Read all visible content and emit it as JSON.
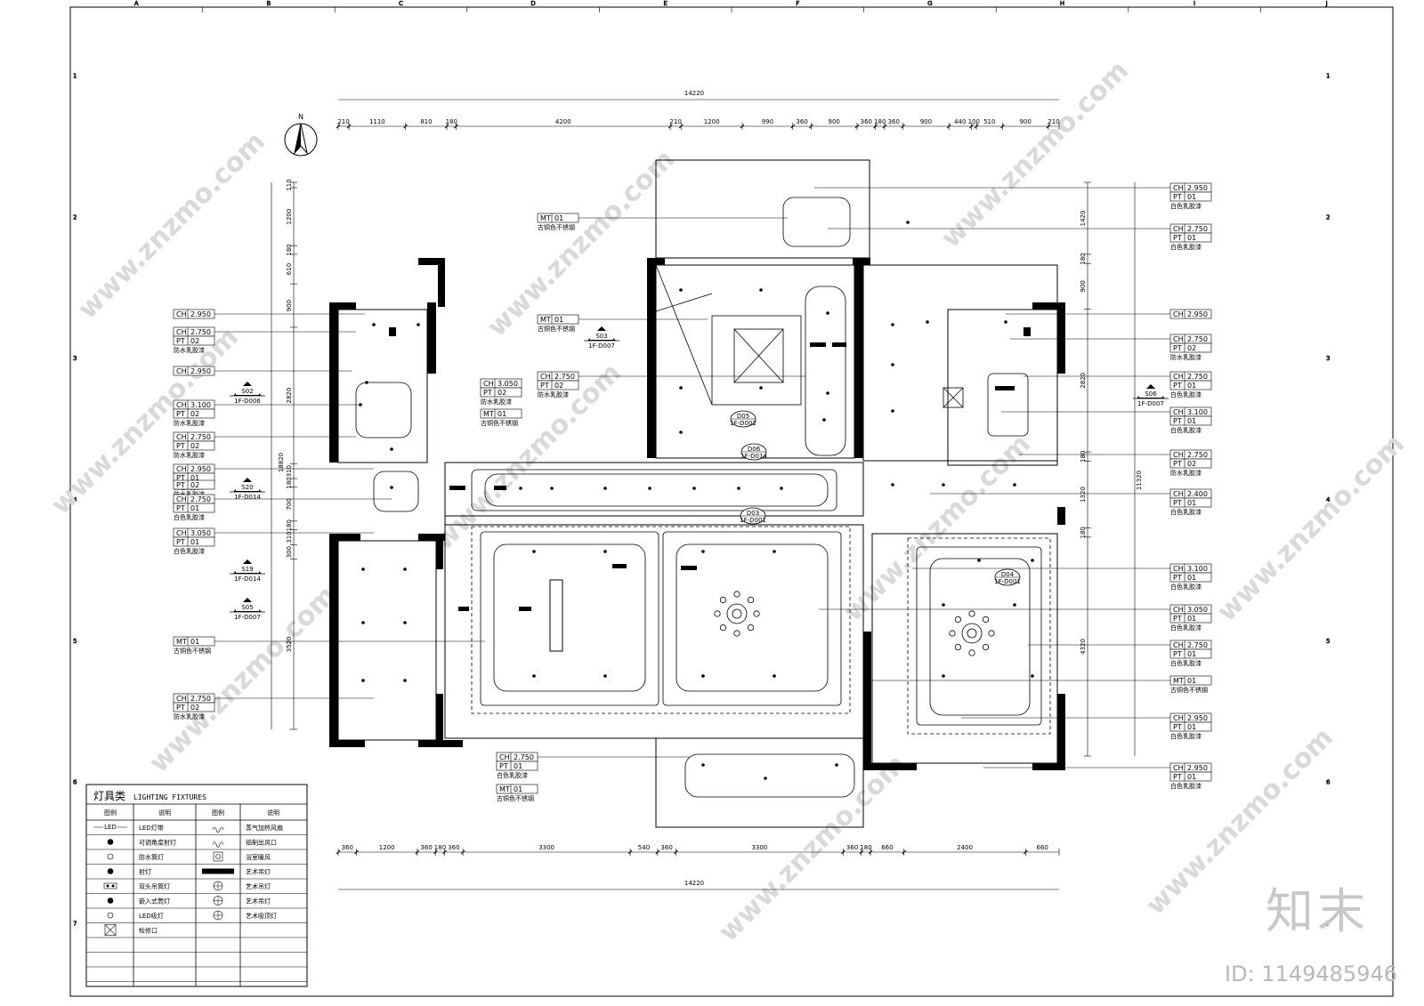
{
  "drawing": {
    "north_label": "N",
    "overall_dim_top": "14220",
    "overall_dim_bottom": "14220",
    "overall_dim_left": "18820",
    "overall_dim_right": "11320",
    "top_dims": [
      "210",
      "1110",
      "810",
      "180",
      "4200",
      "210",
      "1200",
      "990",
      "360",
      "900",
      "360",
      "180",
      "360",
      "900",
      "440",
      "100",
      "510",
      "900",
      "210"
    ],
    "bottom_dims": [
      "360",
      "1200",
      "360",
      "180",
      "360",
      "3300",
      "540",
      "360",
      "3300",
      "360",
      "180",
      "660",
      "2400",
      "660"
    ],
    "left_dims": [
      "110",
      "1200",
      "180",
      "610",
      "900",
      "2820",
      "310",
      "180",
      "700",
      "180",
      "310",
      "300",
      "3520"
    ],
    "right_dims": [
      "1420",
      "180",
      "900",
      "2820",
      "180",
      "1320",
      "180",
      "4320"
    ],
    "grid_letters": [
      "A",
      "B",
      "C",
      "D",
      "E",
      "F",
      "G",
      "H",
      "I",
      "J"
    ],
    "grid_numbers": [
      "1",
      "2",
      "3",
      "4",
      "5",
      "6",
      "7"
    ]
  },
  "left_tags": [
    {
      "code": "CH",
      "val": "2.950"
    },
    {
      "code": "CH",
      "val": "2.750",
      "code2": "PT",
      "val2": "02",
      "note": "防水乳胶漆"
    },
    {
      "code": "CH",
      "val": "2.950"
    },
    {
      "code": "CH",
      "val": "3.100",
      "code2": "PT",
      "val2": "02",
      "note": "防水乳胶漆"
    },
    {
      "code": "CH",
      "val": "2.750",
      "code2": "PT",
      "val2": "02",
      "note": "防水乳胶漆"
    },
    {
      "code": "CH",
      "val": "2.950",
      "code2": "PT",
      "val2": "01",
      "note": "白色乳胶漆"
    },
    {
      "code": "PT",
      "val": "02",
      "note": "防水乳胶漆"
    },
    {
      "code": "CH",
      "val": "2.750",
      "code2": "PT",
      "val2": "01",
      "note": "白色乳胶漆"
    },
    {
      "code": "CH",
      "val": "3.050",
      "code2": "PT",
      "val2": "01",
      "note": "白色乳胶漆"
    },
    {
      "code": "MT",
      "val": "01",
      "note": "古铜色不锈钢"
    },
    {
      "code": "CH",
      "val": "2.750",
      "code2": "PT",
      "val2": "02",
      "note": "防水乳胶漆"
    }
  ],
  "right_tags": [
    {
      "code": "CH",
      "val": "2.950",
      "code2": "PT",
      "val2": "01",
      "note": "白色乳胶漆"
    },
    {
      "code": "CH",
      "val": "2.750",
      "code2": "PT",
      "val2": "01",
      "note": "白色乳胶漆"
    },
    {
      "code": "CH",
      "val": "2.950"
    },
    {
      "code": "CH",
      "val": "2.750",
      "code2": "PT",
      "val2": "02",
      "note": "防水乳胶漆"
    },
    {
      "code": "CH",
      "val": "2.750",
      "code2": "PT",
      "val2": "01",
      "note": "白色乳胶漆"
    },
    {
      "code": "CH",
      "val": "3.100",
      "code2": "PT",
      "val2": "01",
      "note": "白色乳胶漆"
    },
    {
      "code": "CH",
      "val": "2.750",
      "code2": "PT",
      "val2": "02",
      "note": "防水乳胶漆"
    },
    {
      "code": "CH",
      "val": "2.400",
      "code2": "PT",
      "val2": "01",
      "note": "白色乳胶漆"
    },
    {
      "code": "CH",
      "val": "3.100",
      "code2": "PT",
      "val2": "01",
      "note": "白色乳胶漆"
    },
    {
      "code": "CH",
      "val": "3.050",
      "code2": "PT",
      "val2": "01",
      "note": "白色乳胶漆"
    },
    {
      "code": "CH",
      "val": "2.750",
      "code2": "PT",
      "val2": "01",
      "note": "白色乳胶漆"
    },
    {
      "code": "MT",
      "val": "01",
      "note": "古铜色不锈钢"
    },
    {
      "code": "CH",
      "val": "2.950",
      "code2": "PT",
      "val2": "01",
      "note": "白色乳胶漆"
    },
    {
      "code": "CH",
      "val": "2.950",
      "code2": "PT",
      "val2": "01",
      "note": "白色乳胶漆"
    }
  ],
  "center_tags": {
    "mt_top": {
      "code": "MT",
      "val": "01",
      "note": "古铜色不锈钢"
    },
    "mt_mid": {
      "code": "MT",
      "val": "01",
      "note": "古铜色不锈钢"
    },
    "ch_mid": {
      "code": "CH",
      "val": "2.750",
      "code2": "PT",
      "val2": "02",
      "note": "防水乳胶漆"
    },
    "ch_bath": {
      "code": "CH",
      "val": "3.050",
      "code2": "PT",
      "val2": "02",
      "note": "防水乳胶漆"
    },
    "mt_bath": {
      "code": "MT",
      "val": "01",
      "note": "古铜色不锈钢"
    },
    "ch_bottom": {
      "code": "CH",
      "val": "2.750",
      "code2": "PT",
      "val2": "01",
      "note": "白色乳胶漆"
    },
    "mt_bottom": {
      "code": "MT",
      "val": "01",
      "note": "古铜色不锈钢"
    }
  },
  "section_marks": [
    {
      "id": "S02",
      "ref": "1F-D006"
    },
    {
      "id": "S20",
      "ref": "1F-D014"
    },
    {
      "id": "S19",
      "ref": "1F-D014"
    },
    {
      "id": "S05",
      "ref": "1F-D007"
    },
    {
      "id": "S03",
      "ref": "1F-D007"
    },
    {
      "id": "S06",
      "ref": "1F-D007"
    }
  ],
  "detail_marks": [
    {
      "id": "D05",
      "ref": "1F-D002"
    },
    {
      "id": "D06",
      "ref": "1F-D014"
    },
    {
      "id": "D03",
      "ref": "1F-D001"
    },
    {
      "id": "D04",
      "ref": "1F-D001"
    }
  ],
  "legend": {
    "title": "灯具类",
    "title_en": "LIGHTING FIXTURES",
    "col_icon": "图例",
    "col_desc": "说明",
    "left_items": [
      "LED灯带",
      "可调角度射灯",
      "防水筒灯",
      "射灯",
      "双头吊筒灯",
      "嵌入式筒灯",
      "LED吸灯",
      "检修口"
    ],
    "right_items": [
      "蒸气加热风扇",
      "铝制出风口",
      "浴室暖风",
      "艺术吊灯",
      "艺术吊灯",
      "艺术吊灯",
      "艺术吸顶灯"
    ],
    "led_icon_text": "LED"
  },
  "watermark": {
    "site": "www.znzmo.com",
    "brand": "知末",
    "image_id": "ID: 1149485946"
  }
}
